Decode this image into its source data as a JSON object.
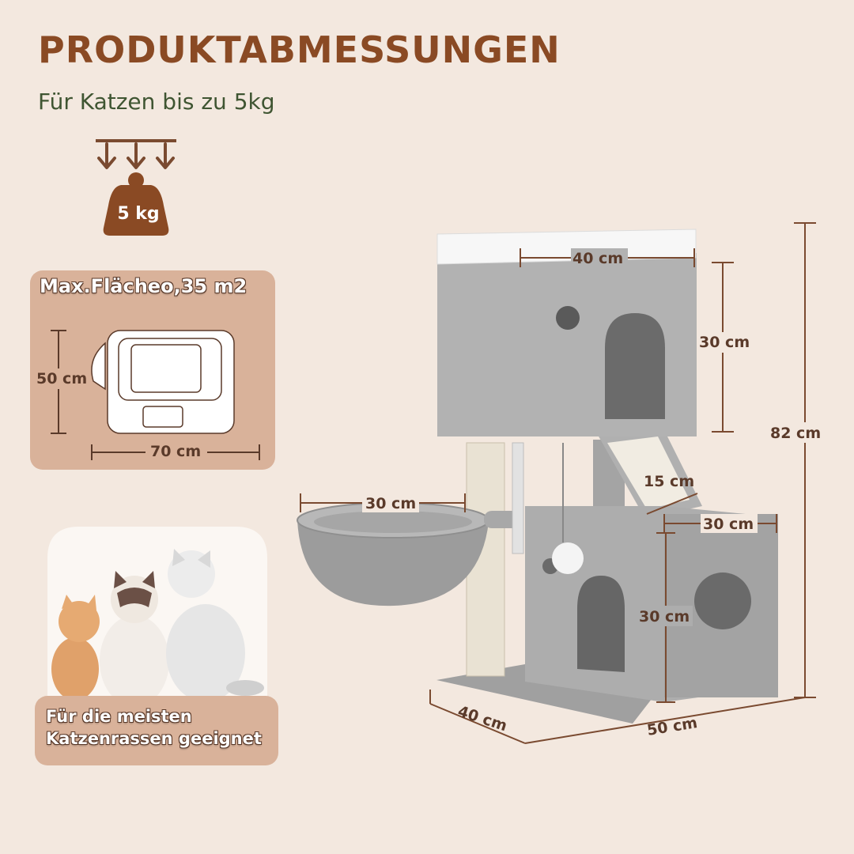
{
  "header": {
    "title": "PRODUKTABMESSUNGEN",
    "subtitle": "Für Katzen bis zu 5kg"
  },
  "weight": {
    "label": "5 kg",
    "icon": "weight-icon"
  },
  "area_panel": {
    "title": "Max.Flächeo,35 m2",
    "depth": "50 cm",
    "width": "70 cm"
  },
  "breeds_panel": {
    "line1": "Für die meisten",
    "line2": "Katzenrassen geeignet"
  },
  "dimensions": {
    "top_width": "40 cm",
    "top_height": "30 cm",
    "total_height": "82 cm",
    "hammock_width": "30 cm",
    "ramp_width": "15 cm",
    "lower_width": "30 cm",
    "lower_height": "30 cm",
    "base_depth": "40 cm",
    "base_width": "50 cm"
  },
  "colors": {
    "background": "#f3e8df",
    "title": "#8a4a24",
    "subtitle": "#3f5532",
    "panel": "#d9b29a",
    "dimension_line": "#7a4a30",
    "plush": "#a9a9a9"
  }
}
